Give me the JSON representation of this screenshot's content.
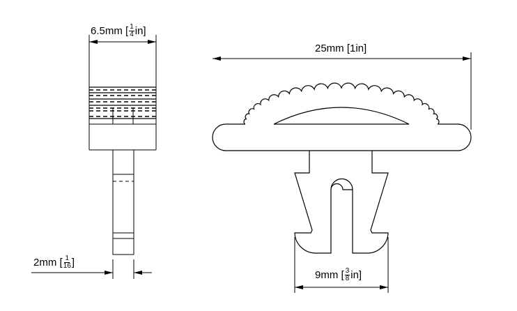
{
  "dimensions": {
    "width_side": {
      "value": "6.5mm",
      "open": "[",
      "num": "1",
      "den": "4",
      "unit": "in]"
    },
    "length": {
      "value": "25mm",
      "bracket": "[1in]"
    },
    "thickness": {
      "value": "2mm",
      "open": "[",
      "num": "1",
      "den": "16",
      "unit": "]"
    },
    "leg_span": {
      "value": "9mm",
      "open": "[",
      "num": "3",
      "den": "8",
      "unit": "in]"
    }
  }
}
